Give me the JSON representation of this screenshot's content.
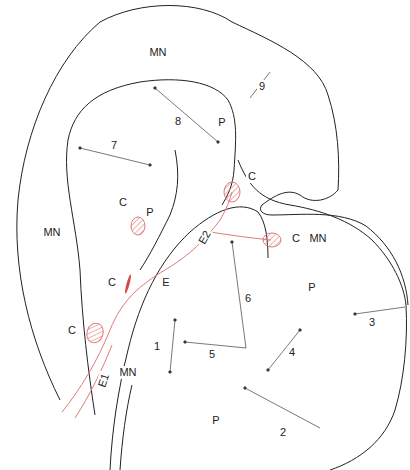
{
  "diagram": {
    "labels": [
      "MN",
      "MN",
      "MN",
      "MN",
      "P",
      "P",
      "P",
      "P",
      "C",
      "C",
      "C",
      "C",
      "C",
      "E",
      "E1",
      "E2",
      "1",
      "2",
      "3",
      "4",
      "5",
      "6",
      "7",
      "8",
      "9"
    ]
  }
}
